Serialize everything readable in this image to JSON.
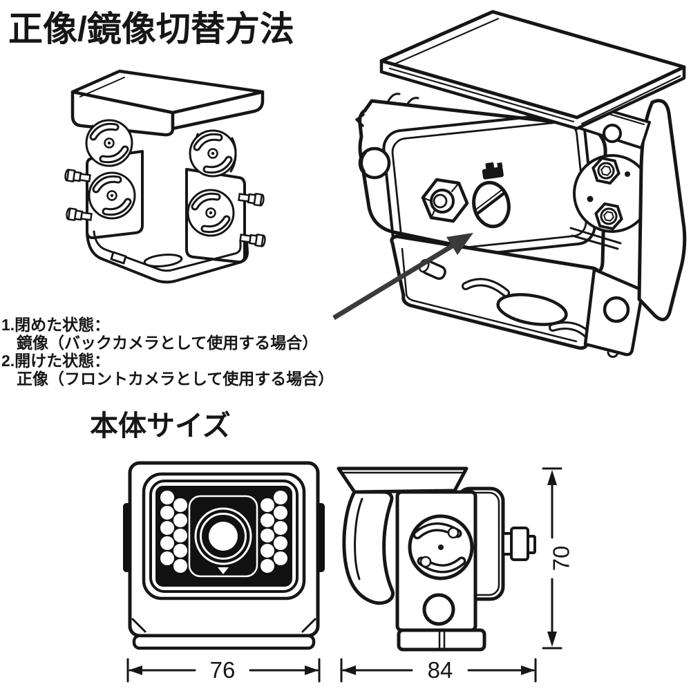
{
  "colors": {
    "ink": "#161616",
    "arrow": "#3a3a3a",
    "background": "#ffffff",
    "led_face": "#111111"
  },
  "switch_section": {
    "title": "正像/鏡像切替方法",
    "steps": [
      {
        "label": "1.閉めた状態：",
        "description": "鏡像（バックカメラとして使用する場合）"
      },
      {
        "label": "2.開けた状態：",
        "description": "正像（フロントカメラとして使用する場合）"
      }
    ]
  },
  "size_section": {
    "heading": "本体サイズ",
    "dimensions": {
      "front_width": "76",
      "side_depth": "84",
      "height": "70"
    }
  }
}
